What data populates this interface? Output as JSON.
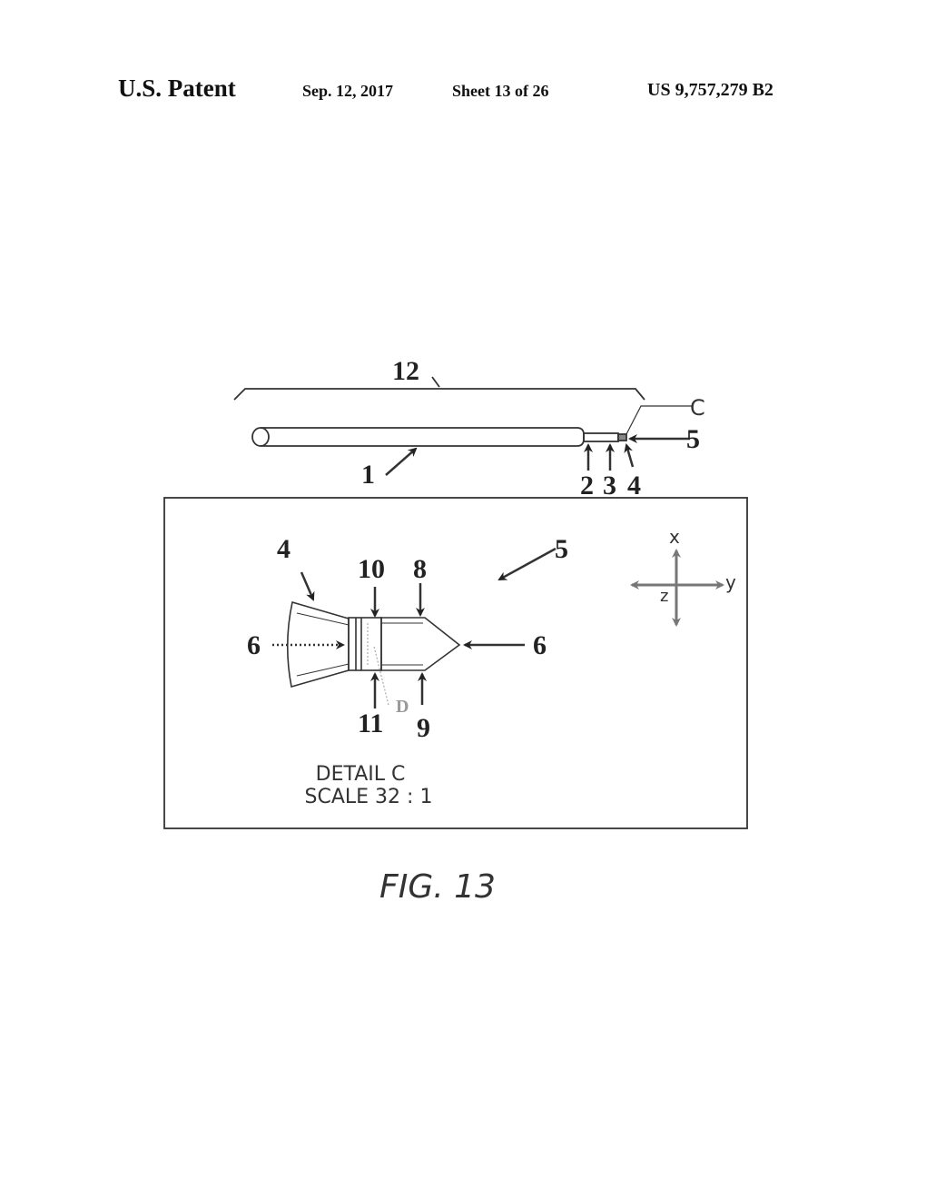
{
  "header": {
    "title": "U.S. Patent",
    "date": "Sep. 12, 2017",
    "sheet": "Sheet 13 of 26",
    "patent_number": "US 9,757,279 B2"
  },
  "overview": {
    "labels": {
      "l12": "12",
      "c": "C",
      "l5": "5",
      "l1": "1",
      "l2": "2",
      "l3": "3",
      "l4": "4"
    }
  },
  "detail": {
    "labels": {
      "l4": "4",
      "l10": "10",
      "l8": "8",
      "l5": "5",
      "l6_left": "6",
      "l6_right": "6",
      "l11": "11",
      "l9": "9",
      "d": "D"
    },
    "axes": {
      "x": "x",
      "y": "y",
      "z": "z"
    },
    "caption_line1": "DETAIL C",
    "caption_line2": "SCALE 32 : 1"
  },
  "figure_label": "FIG. 13"
}
